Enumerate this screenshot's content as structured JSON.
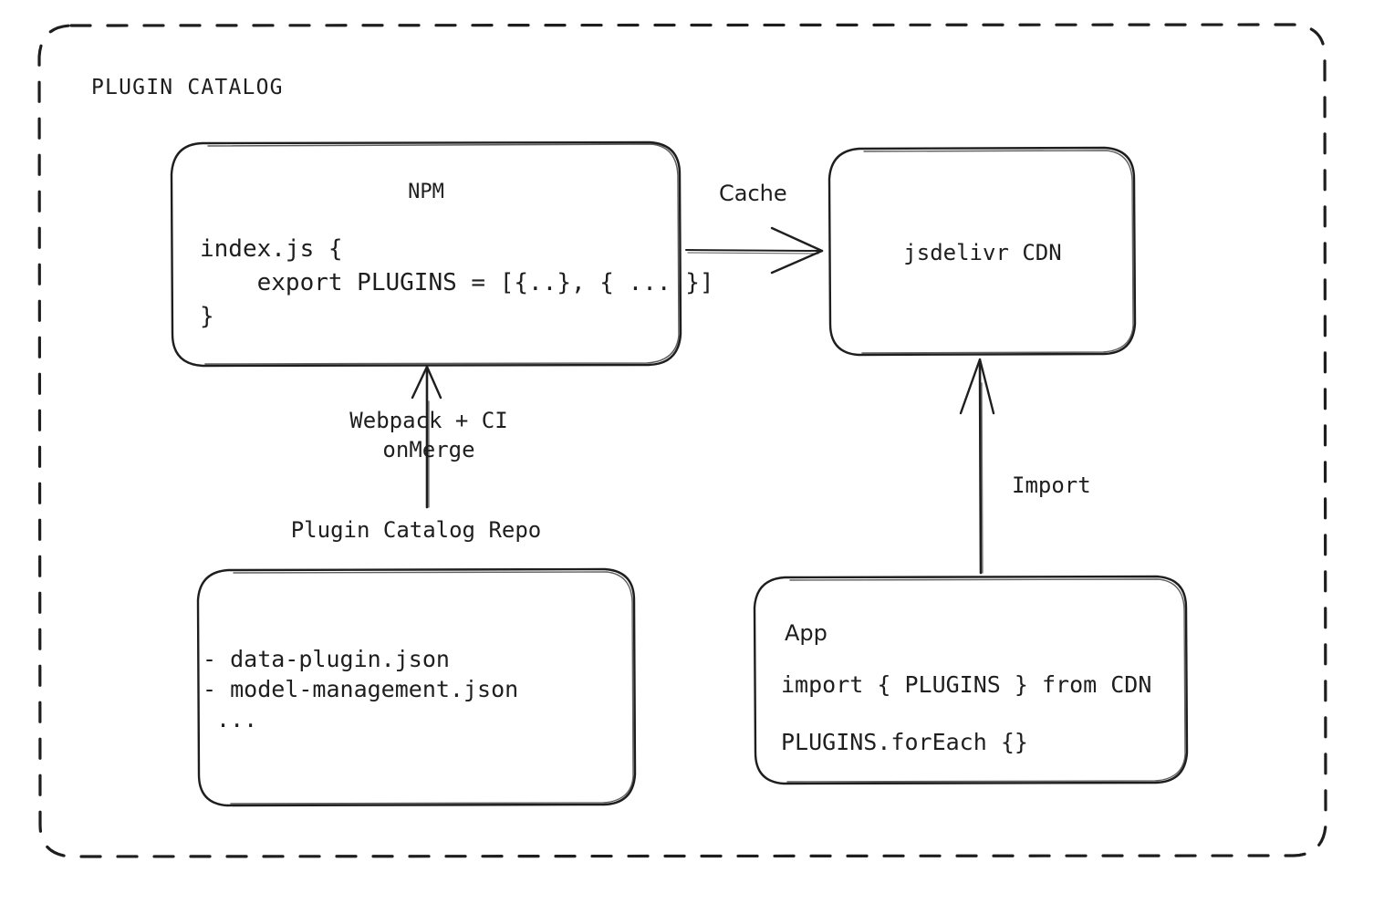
{
  "diagram": {
    "title": "PLUGIN CATALOG",
    "type": "architecture-flow",
    "background": "#ffffff",
    "stroke_color": "#1e1e1e",
    "nodes": [
      {
        "id": "npm",
        "title": "NPM",
        "code_lines": [
          "index.js {",
          "    export PLUGINS = [{..}, { ... }]",
          "}"
        ]
      },
      {
        "id": "cdn",
        "title": "jsdelivr CDN"
      },
      {
        "id": "repo",
        "caption": "Plugin Catalog Repo",
        "items": [
          "- data-plugin.json",
          "- model-management.json",
          " ..."
        ]
      },
      {
        "id": "app",
        "title": "App",
        "code_line_1": "import { PLUGINS } from CDN",
        "code_line_2": "PLUGINS.forEach {}"
      }
    ],
    "edges": [
      {
        "id": "cache",
        "label": "Cache",
        "from": "npm",
        "to": "cdn"
      },
      {
        "id": "webpack",
        "label_line_1": "Webpack + CI",
        "label_line_2": "onMerge",
        "from": "repo",
        "to": "npm"
      },
      {
        "id": "import",
        "label": "Import",
        "from": "app",
        "to": "cdn"
      }
    ]
  }
}
